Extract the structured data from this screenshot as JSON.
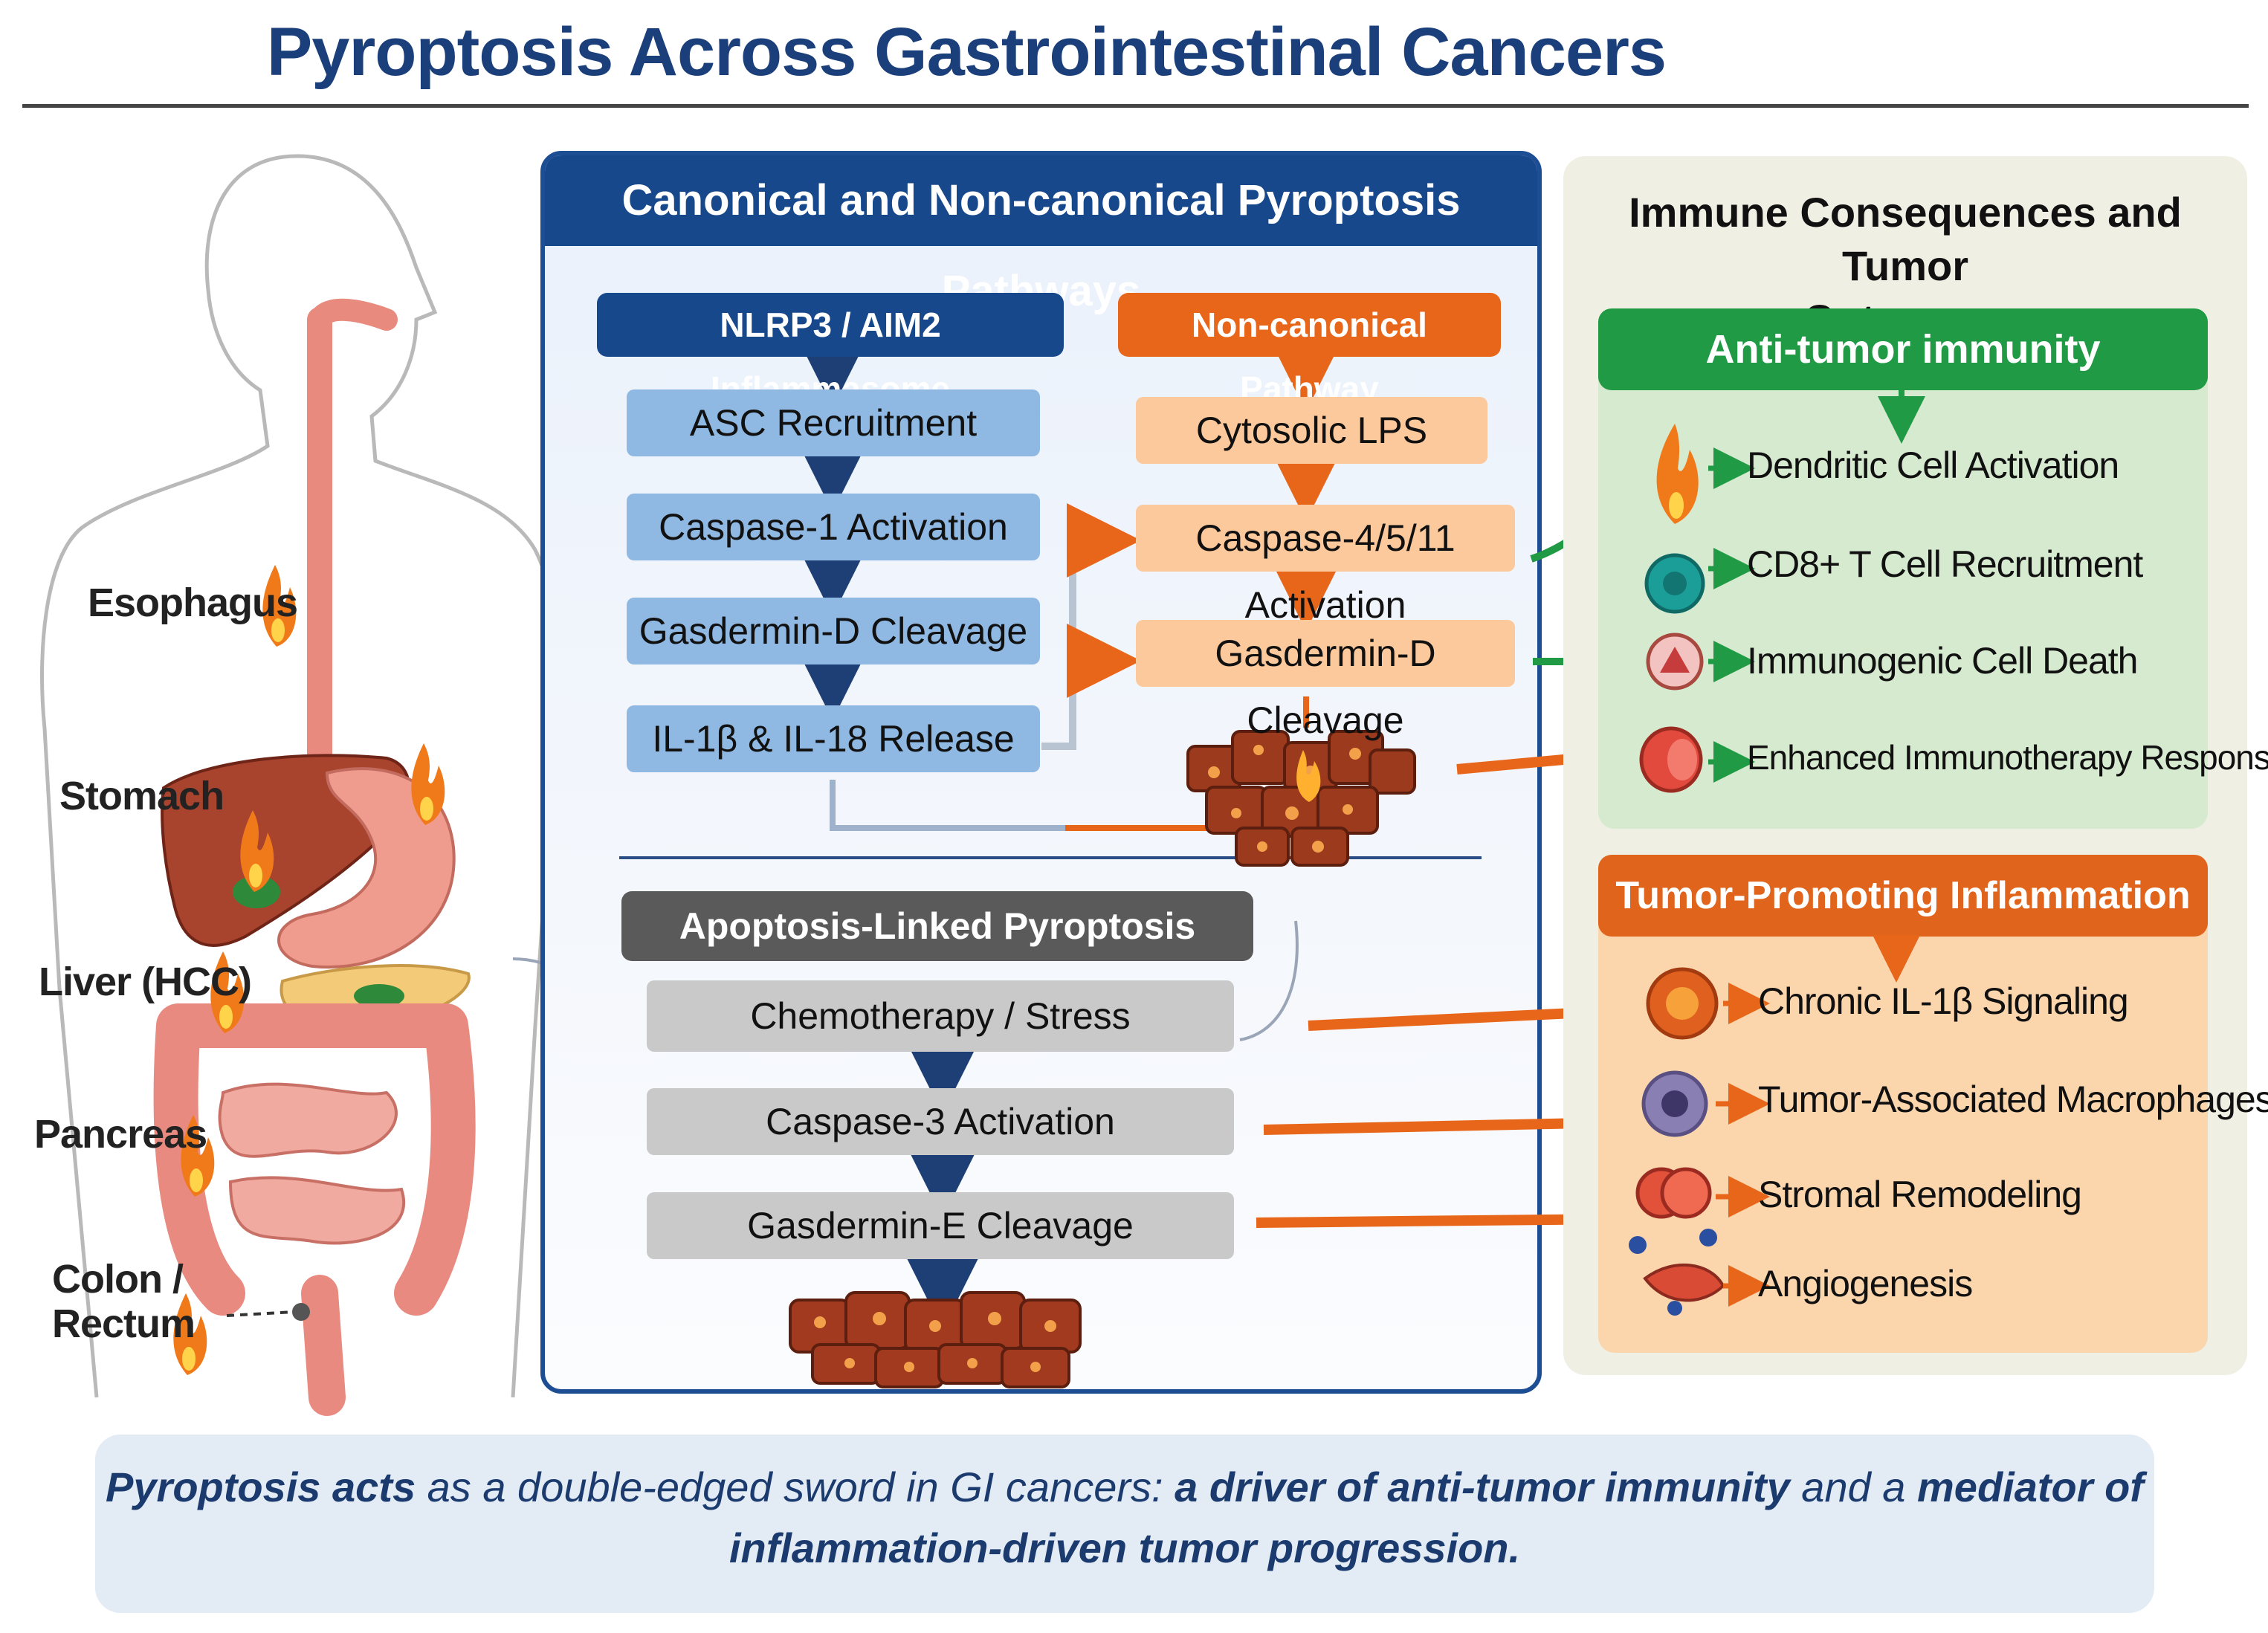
{
  "title": "Pyroptosis Across Gastrointestinal Cancers",
  "anatomy": {
    "labels": [
      "Esophagus",
      "Stomach",
      "Liver (HCC)",
      "Pancreas",
      "Colon /",
      "Rectum"
    ]
  },
  "pathways": {
    "title": "Canonical and Non-canonical Pyroptosis Pathways",
    "canonical": {
      "header": "NLRP3 / AIM2 Inflammasome",
      "steps": [
        "ASC Recruitment",
        "Caspase-1 Activation",
        "Gasdermin-D Cleavage",
        "IL-1β & IL-18 Release"
      ]
    },
    "noncanonical": {
      "header": "Non-canonical Pathway",
      "steps": [
        "Cytosolic LPS",
        "Caspase-4/5/11 Activation",
        "Gasdermin-D Cleavage"
      ]
    },
    "apoptosis": {
      "header": "Apoptosis-Linked Pyroptosis",
      "steps": [
        "Chemotherapy / Stress",
        "Caspase-3 Activation",
        "Gasdermin-E Cleavage"
      ]
    }
  },
  "immune": {
    "title_line1": "Immune Consequences and Tumor",
    "title_line2": "Outcomes",
    "anti": {
      "header": "Anti-tumor immunity",
      "items": [
        "Dendritic Cell Activation",
        "CD8+ T Cell Recruitment",
        "Immunogenic Cell Death",
        "Enhanced Immunotherapy Response"
      ]
    },
    "pro": {
      "header": "Tumor-Promoting Inflammation",
      "items": [
        "Chronic IL-1β Signaling",
        "Tumor-Associated Macrophages",
        "Stromal Remodeling",
        "Angiogenesis"
      ]
    }
  },
  "note": {
    "l1_a": "Pyroptosis acts",
    "l1_b": " as a double-edged sword in GI cancers: ",
    "l1_c": "a driver of anti-tumor immunity",
    "l1_d": " and a ",
    "l1_e": "mediator of",
    "l2": "inflammation-driven tumor progression."
  },
  "colors": {
    "navy": "#17488c",
    "orange": "#e0641b",
    "green": "#219a45",
    "gray": "#5a5a5a"
  }
}
